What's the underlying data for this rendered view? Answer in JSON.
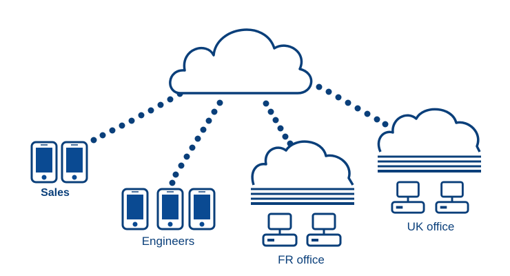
{
  "labels": {
    "sales": "Sales",
    "engineers": "Engineers",
    "fr_office": "FR office",
    "uk_office": "UK office"
  },
  "colors": {
    "stroke": "#0a3f7a",
    "fill_device": "#0a4a92",
    "background": "#ffffff"
  },
  "icons": [
    "cloud-icon",
    "smartphone-icon",
    "desktop-computer-icon",
    "network-lines-icon"
  ]
}
